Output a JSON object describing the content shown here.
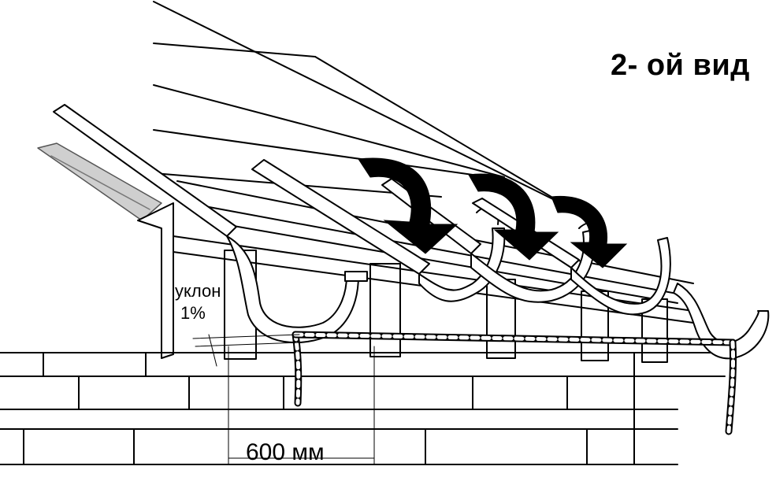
{
  "labels": {
    "title": "2- ой вид",
    "slope_word": "уклон",
    "slope_value": "1%",
    "spacing": "600 мм"
  },
  "colors": {
    "line": "#000000",
    "background": "#ffffff",
    "shadow_strip": "#cfcfcf"
  }
}
